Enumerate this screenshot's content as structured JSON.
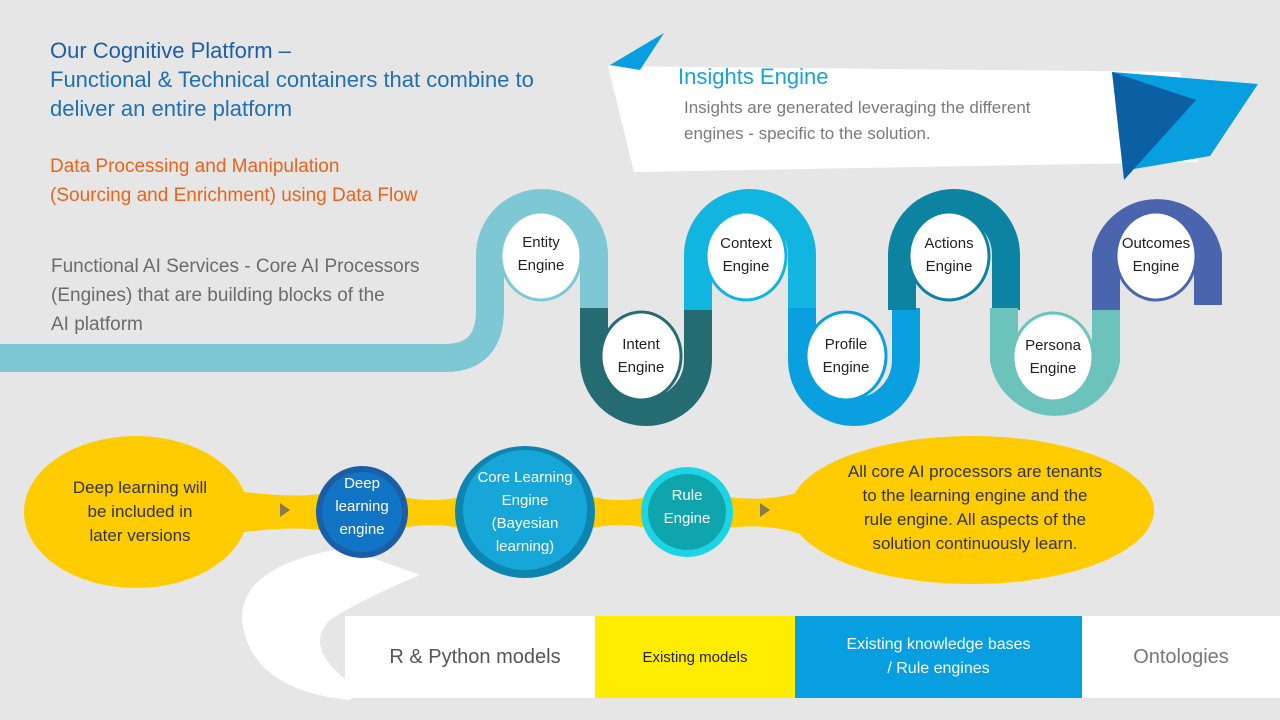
{
  "header": {
    "title_line1": "Our Cognitive Platform  –",
    "title_line2": "Functional & Technical containers that combine to",
    "title_line3": "deliver an entire platform"
  },
  "data_processing": {
    "line1": "Data Processing and Manipulation",
    "line2": "(Sourcing and Enrichment) using Data Flow"
  },
  "ai_services": {
    "line1": "Functional AI Services - Core AI Processors",
    "line2": "(Engines) that are building  blocks of the",
    "line3": "AI platform"
  },
  "insights": {
    "title": "Insights Engine",
    "line1": "Insights are generated leveraging the different",
    "line2": "engines - specific to the solution."
  },
  "engines": [
    {
      "line1": "Entity",
      "line2": "Engine",
      "color": "#7ec8d6"
    },
    {
      "line1": "Intent",
      "line2": "Engine",
      "color": "#246b72"
    },
    {
      "line1": "Context",
      "line2": "Engine",
      "color": "#12b4e0"
    },
    {
      "line1": "Profile",
      "line2": "Engine",
      "color": "#0aa0e0"
    },
    {
      "line1": "Actions",
      "line2": "Engine",
      "color": "#0c83a0"
    },
    {
      "line1": "Persona",
      "line2": "Engine",
      "color": "#6cc3bb"
    },
    {
      "line1": "Outcomes",
      "line2": "Engine",
      "color": "#4a65ad"
    }
  ],
  "learning": {
    "left_bubble": [
      "Deep learning will",
      "be included in",
      "later versions"
    ],
    "deep_node": [
      "Deep",
      "learning",
      "engine"
    ],
    "core_node": [
      "Core Learning",
      "Engine",
      "(Bayesian",
      "learning)"
    ],
    "rule_node": [
      "Rule",
      "Engine"
    ],
    "right_bubble": [
      "All core AI processors are tenants",
      "to the learning engine and the",
      "rule engine. All aspects of the",
      "solution continuously learn."
    ]
  },
  "bottom_band": {
    "r_python": "R & Python models",
    "existing_models": "Existing models",
    "knowledge_line1": "Existing knowledge bases",
    "knowledge_line2": "/ Rule engines",
    "ontologies": "Ontologies"
  },
  "colors": {
    "yellow": "#fecc00",
    "band_yellow": "#ffed00",
    "band_blue": "#079fe0",
    "orange": "#e8641c"
  }
}
